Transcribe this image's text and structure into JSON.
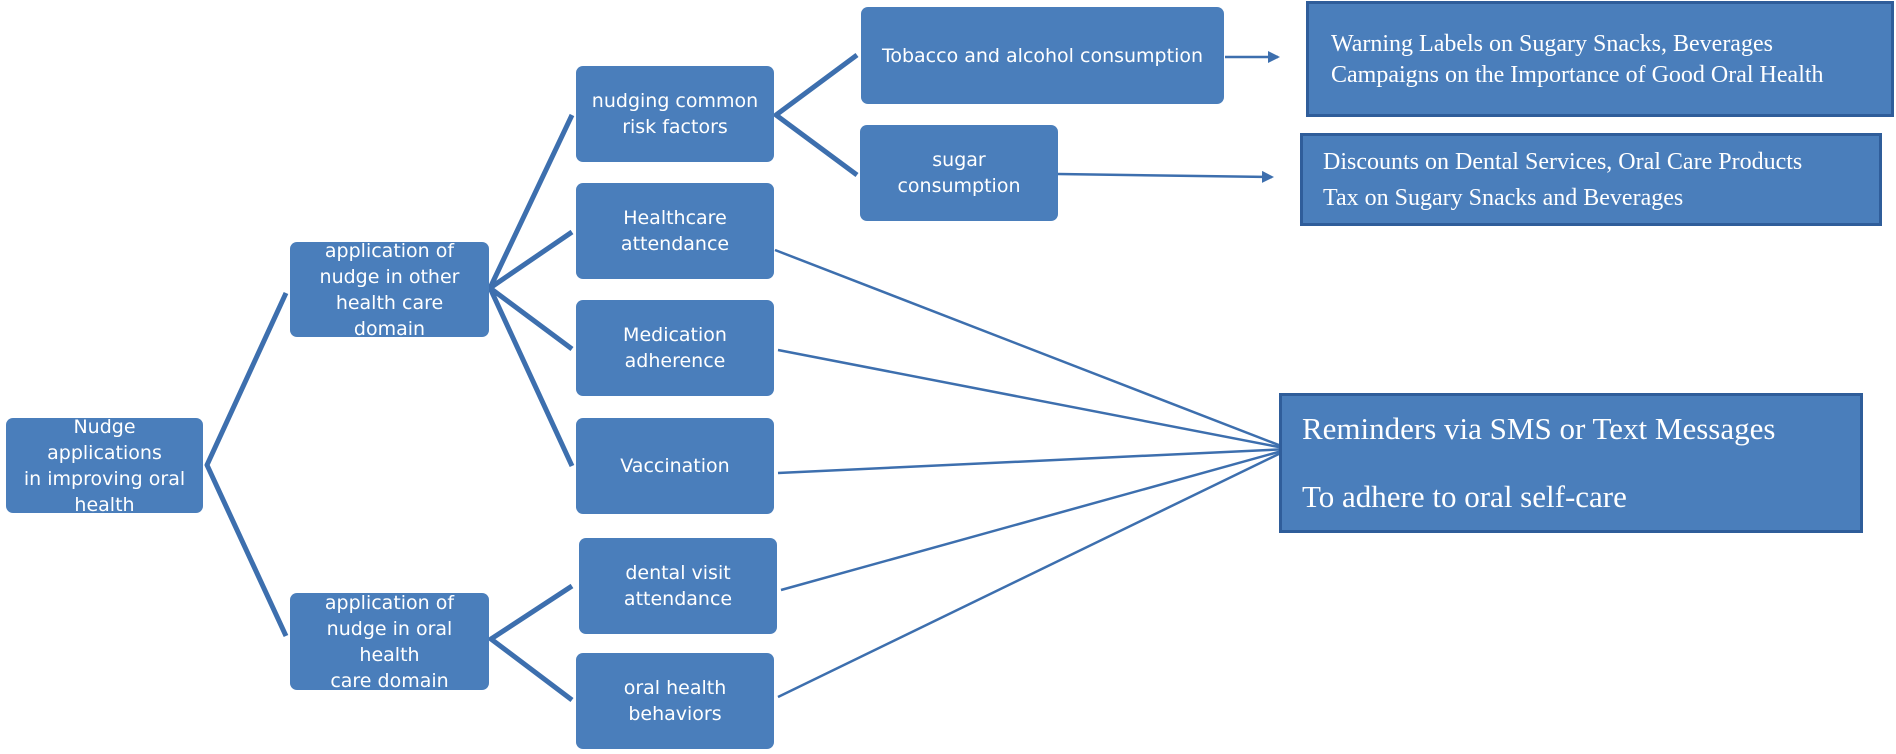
{
  "nodes": {
    "root": "Nudge applications\nin improving oral\nhealth",
    "other_domain": "application of\nnudge in other\nhealth care domain",
    "oral_domain": "application of\nnudge in oral health\ncare domain",
    "common_risk": "nudging common\nrisk factors",
    "healthcare_attendance": "Healthcare\nattendance",
    "medication_adherence": "Medication\nadherence",
    "vaccination": "Vaccination",
    "dental_visit": "dental visit\nattendance",
    "oral_behaviors": "oral health\nbehaviors",
    "tobacco": "Tobacco and alcohol consumption",
    "sugar": "sugar consumption"
  },
  "outcomes": {
    "warning": {
      "line1": "Warning Labels on Sugary Snacks, Beverages",
      "line2": "Campaigns on the Importance of Good Oral Health"
    },
    "discounts": {
      "line1": "Discounts on Dental Services, Oral Care Products",
      "line2": "Tax on Sugary Snacks and Beverages"
    },
    "reminders": {
      "line1": "Reminders via SMS or Text Messages",
      "line2": "To adhere to oral self-care"
    }
  },
  "colors": {
    "node_fill": "#4a7ebb",
    "connector": "#3d6fae",
    "outcome_border": "#2f5d9a",
    "text": "#ffffff"
  }
}
